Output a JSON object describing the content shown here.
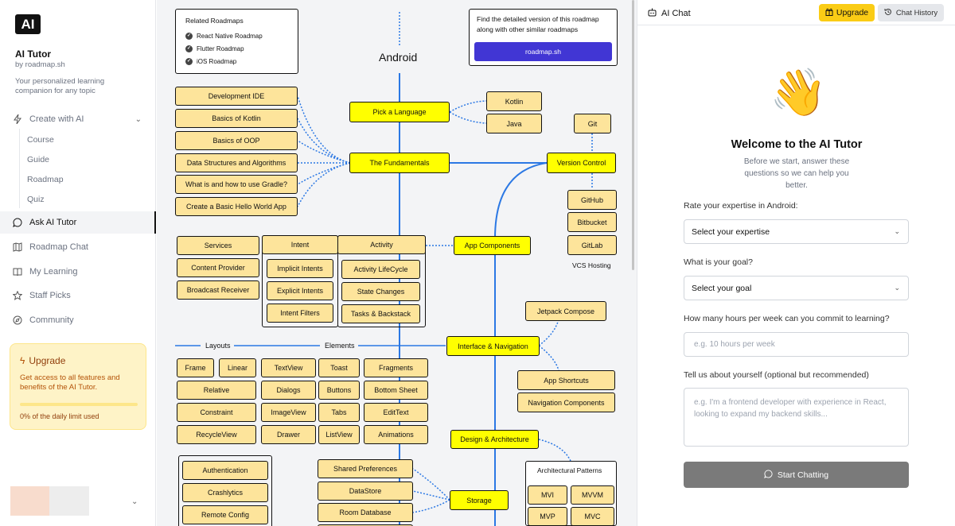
{
  "sidebar": {
    "logo_text": "AI",
    "app_title": "AI Tutor",
    "app_by": "by roadmap.sh",
    "app_desc": "Your personalized learning companion for any topic",
    "create": {
      "label": "Create with AI",
      "icon": "bolt-icon"
    },
    "sub_items": [
      "Course",
      "Guide",
      "Roadmap",
      "Quiz"
    ],
    "nav": [
      {
        "label": "Ask AI Tutor",
        "icon": "chat-bubble-icon",
        "active": true
      },
      {
        "label": "Roadmap Chat",
        "icon": "map-icon"
      },
      {
        "label": "My Learning",
        "icon": "book-icon"
      },
      {
        "label": "Staff Picks",
        "icon": "star-icon"
      },
      {
        "label": "Community",
        "icon": "compass-icon"
      }
    ],
    "upgrade": {
      "title": "Upgrade",
      "desc": "Get access to all features and benefits of the AI Tutor.",
      "usage": "0% of the daily limit used",
      "usage_fraction": 0
    }
  },
  "roadmap": {
    "title": "Android",
    "legend": {
      "heading": "Related Roadmaps",
      "items": [
        "React Native Roadmap",
        "Flutter Roadmap",
        "iOS Roadmap"
      ]
    },
    "promo": {
      "text": "Find the detailed version of this roadmap along with other similar roadmaps",
      "button": "roadmap.sh"
    },
    "nodes": {
      "pick_language": "Pick a Language",
      "kotlin": "Kotlin",
      "java": "Java",
      "fundamentals": "The Fundamentals",
      "dev_ide": "Development IDE",
      "basics_kotlin": "Basics of Kotlin",
      "basics_oop": "Basics of OOP",
      "dsa": "Data Structures and Algorithms",
      "gradle": "What is and how to use Gradle?",
      "hello_world": "Create a Basic Hello World App",
      "version_control": "Version Control",
      "git": "Git",
      "github": "GitHub",
      "bitbucket": "Bitbucket",
      "gitlab": "GitLab",
      "vcs_hosting": "VCS Hosting",
      "app_components": "App Components",
      "services": "Services",
      "content_provider": "Content Provider",
      "broadcast_receiver": "Broadcast Receiver",
      "intent": "Intent",
      "implicit_intents": "Implicit Intents",
      "explicit_intents": "Explicit Intents",
      "intent_filters": "Intent Filters",
      "activity": "Activity",
      "activity_lifecycle": "Activity LifeCycle",
      "state_changes": "State Changes",
      "tasks_backstack": "Tasks & Backstack",
      "interface_nav": "Interface & Navigation",
      "jetpack_compose": "Jetpack Compose",
      "app_shortcuts": "App Shortcuts",
      "nav_components": "Navigation Components",
      "layouts": "Layouts",
      "elements": "Elements",
      "frame": "Frame",
      "linear": "Linear",
      "relative": "Relative",
      "constraint": "Constraint",
      "recycleview": "RecycleView",
      "textview": "TextView",
      "dialogs": "Dialogs",
      "imageview": "ImageView",
      "drawer": "Drawer",
      "toast": "Toast",
      "buttons": "Buttons",
      "tabs": "Tabs",
      "listview": "ListView",
      "fragments": "Fragments",
      "bottom_sheet": "Bottom Sheet",
      "edittext": "EditText",
      "animations": "Animations",
      "design_arch": "Design & Architecture",
      "arch_patterns": "Architectural Patterns",
      "mvi": "MVI",
      "mvvm": "MVVM",
      "mvp": "MVP",
      "mvc": "MVC",
      "storage": "Storage",
      "shared_prefs": "Shared Preferences",
      "datastore": "DataStore",
      "room": "Room Database",
      "authentication": "Authentication",
      "crashlytics": "Crashlytics",
      "remote_config": "Remote Config"
    }
  },
  "chat": {
    "title": "AI Chat",
    "title_icon": "chat-bot-icon",
    "upgrade_label": "Upgrade",
    "history_label": "Chat History",
    "wave_emoji": "👋",
    "welcome_title": "Welcome to the AI Tutor",
    "welcome_sub": "Before we start, answer these questions so we can help you better.",
    "q1": "Rate your expertise in Android:",
    "q1_value": "Select your expertise",
    "q2": "What is your goal?",
    "q2_value": "Select your goal",
    "q3": "How many hours per week can you commit to learning?",
    "q3_placeholder": "e.g. 10 hours per week",
    "q4": "Tell us about yourself (optional but recommended)",
    "q4_placeholder": "e.g. I'm a frontend developer with experience in React, looking to expand my backend skills...",
    "start_label": "Start Chatting"
  }
}
